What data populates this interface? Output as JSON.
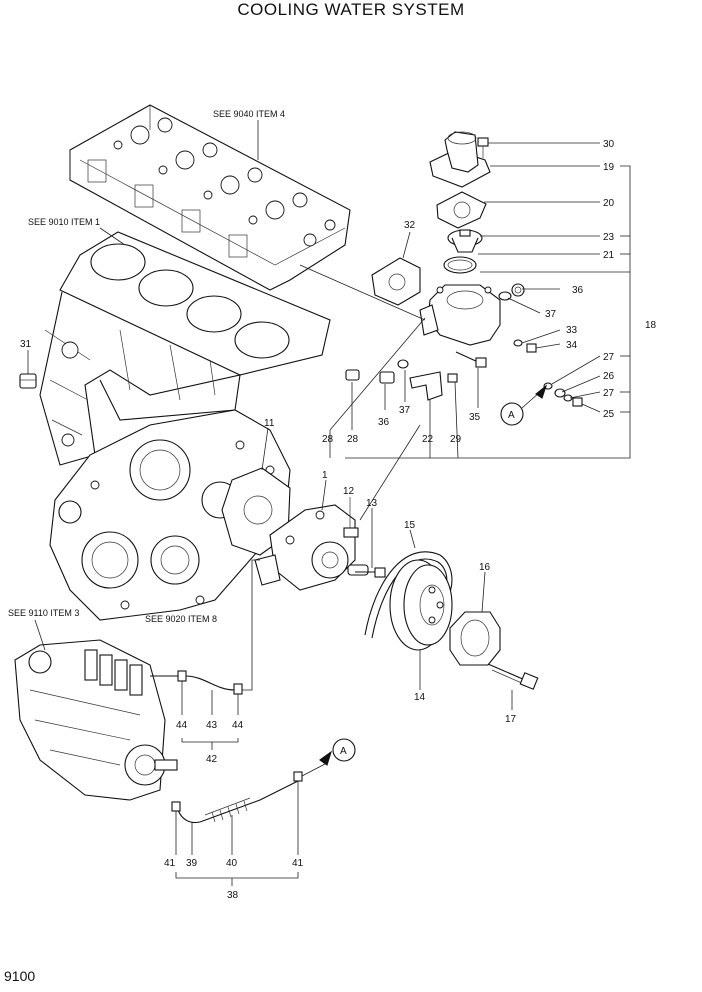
{
  "title": "COOLING WATER SYSTEM",
  "page_number": "9100",
  "references": {
    "cyl_head": "SEE 9040 ITEM 4",
    "cyl_block": "SEE 9010 ITEM 1",
    "gear_case": "SEE 9020 ITEM 8",
    "inj_pump": "SEE 9110 ITEM 3"
  },
  "connector_label": "A",
  "callouts": {
    "c1": "1",
    "c11": "11",
    "c12": "12",
    "c13": "13",
    "c14": "14",
    "c15": "15",
    "c16": "16",
    "c17": "17",
    "c18": "18",
    "c19": "19",
    "c20": "20",
    "c21": "21",
    "c22": "22",
    "c23": "23",
    "c25": "25",
    "c26": "26",
    "c27a": "27",
    "c27b": "27",
    "c28a": "28",
    "c28b": "28",
    "c29": "29",
    "c30": "30",
    "c31": "31",
    "c32": "32",
    "c33": "33",
    "c34": "34",
    "c35": "35",
    "c36a": "36",
    "c36b": "36",
    "c37a": "37",
    "c37b": "37",
    "c38": "38",
    "c39": "39",
    "c40": "40",
    "c41a": "41",
    "c41b": "41",
    "c42": "42",
    "c43": "43",
    "c44a": "44",
    "c44b": "44"
  }
}
